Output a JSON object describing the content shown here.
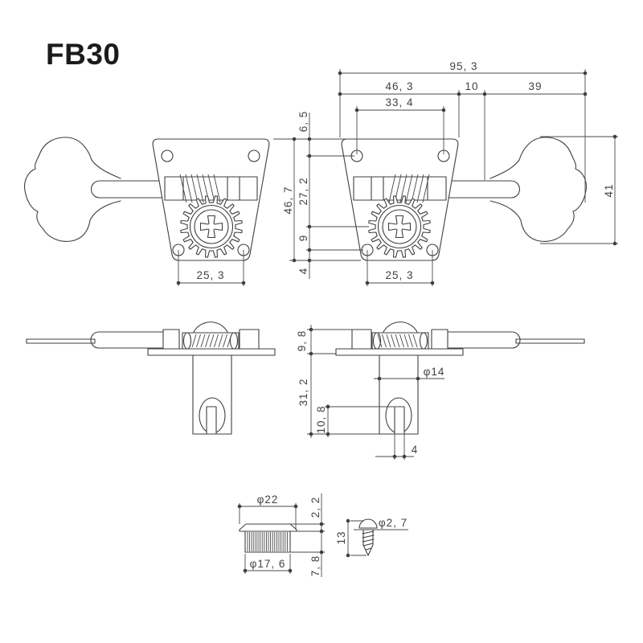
{
  "title": "FB30",
  "colors": {
    "line": "#3f3f3f",
    "text": "#424242",
    "background": "#ffffff"
  },
  "front_view": {
    "dims": {
      "overall_width": "95, 3",
      "plate_width": "46, 3",
      "gap": "10",
      "key_length": "39",
      "top_hole_span": "33, 4",
      "edge_to_top_hole": "6, 5",
      "plate_height": "46, 7",
      "top_hole_to_gear": "27, 2",
      "gear_to_bottom_hole": "9",
      "bottom_hole_to_edge": "4",
      "key_height": "41",
      "bottom_hole_span_left": "25, 3",
      "bottom_hole_span_right": "25, 3"
    }
  },
  "side_view": {
    "dims": {
      "housing_height": "9, 8",
      "post_length": "31, 2",
      "slot_depth": "10, 8",
      "post_diameter": "φ14",
      "slot_width": "4"
    }
  },
  "bushing_detail": {
    "dims": {
      "flange_diameter": "φ22",
      "flange_height": "2, 2",
      "body_diameter": "φ17, 6",
      "body_height": "7, 8"
    }
  },
  "screw_detail": {
    "dims": {
      "length": "13",
      "thread_diameter": "φ2, 7"
    }
  }
}
